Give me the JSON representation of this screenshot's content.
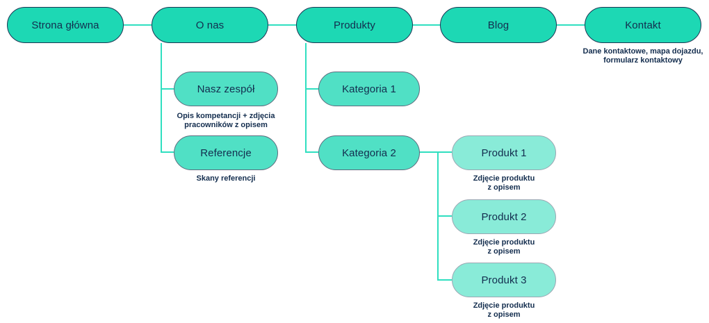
{
  "sitemap": {
    "level1": [
      {
        "id": "strona-glowna",
        "label": "Strona główna"
      },
      {
        "id": "o-nas",
        "label": "O nas"
      },
      {
        "id": "produkty",
        "label": "Produkty"
      },
      {
        "id": "blog",
        "label": "Blog"
      },
      {
        "id": "kontakt",
        "label": "Kontakt",
        "caption": "Dane kontaktowe, mapa dojazdu,\nformularz kontaktowy"
      }
    ],
    "level2": [
      {
        "id": "nasz-zespol",
        "label": "Nasz zespół",
        "parent": "O nas",
        "caption": "Opis kompetancji + zdjęcia\npracowników z opisem"
      },
      {
        "id": "referencje",
        "label": "Referencje",
        "parent": "O nas",
        "caption": "Skany referencji"
      },
      {
        "id": "kategoria-1",
        "label": "Kategoria 1",
        "parent": "Produkty"
      },
      {
        "id": "kategoria-2",
        "label": "Kategoria 2",
        "parent": "Produkty"
      }
    ],
    "level3": [
      {
        "id": "produkt-1",
        "label": "Produkt 1",
        "parent": "Kategoria 2",
        "caption": "Zdjęcie produktu\nz opisem"
      },
      {
        "id": "produkt-2",
        "label": "Produkt 2",
        "parent": "Kategoria 2",
        "caption": "Zdjęcie produktu\nz opisem"
      },
      {
        "id": "produkt-3",
        "label": "Produkt 3",
        "parent": "Kategoria 2",
        "caption": "Zdjęcie produktu\nz opisem"
      }
    ]
  },
  "colors": {
    "level1_fill": "#1dd8b4",
    "level1_border": "#1c3553",
    "level2_fill": "#50e0c5",
    "level2_border": "#5c6b7d",
    "level3_fill": "#89ebd8",
    "level3_border": "#9ba6b2",
    "connector": "#2fdfc0",
    "label_text": "#132d4e",
    "caption_text": "#132d4e"
  }
}
